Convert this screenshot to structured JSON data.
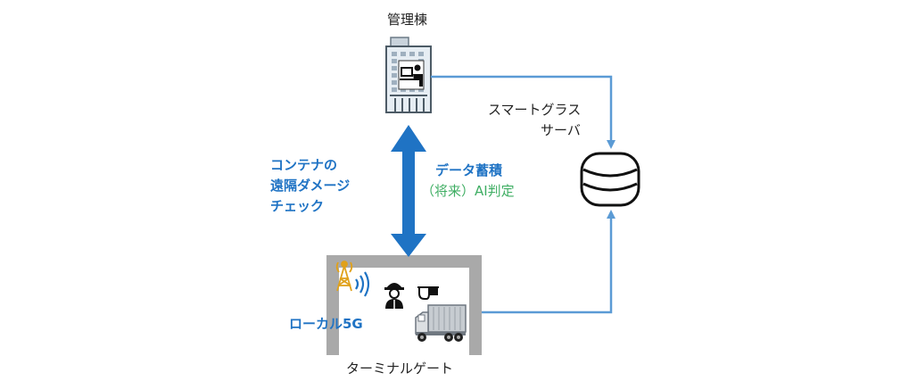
{
  "diagram": {
    "building_label": "管理棟",
    "server_label_line1": "スマートグラス",
    "server_label_line2": "サーバ",
    "left_label_lines": [
      "コンテナの",
      "遠隔ダメージ",
      "チェック"
    ],
    "center_label_bold": "データ蓄積",
    "center_label_sub": "（将来）AI判定",
    "local5g_label": "ローカル5G",
    "gate_label": "ターミナルゲート"
  },
  "icons": {
    "building": "office-building-icon",
    "server": "database-icon",
    "antenna": "radio-tower-icon",
    "worker": "worker-with-helmet-icon",
    "glasses": "smart-glasses-icon",
    "truck": "container-truck-icon"
  },
  "colors": {
    "accent_blue": "#1f73c4",
    "line_blue": "#5b9bd5",
    "green": "#3fae63",
    "gate_gray": "#a9a9a9"
  }
}
